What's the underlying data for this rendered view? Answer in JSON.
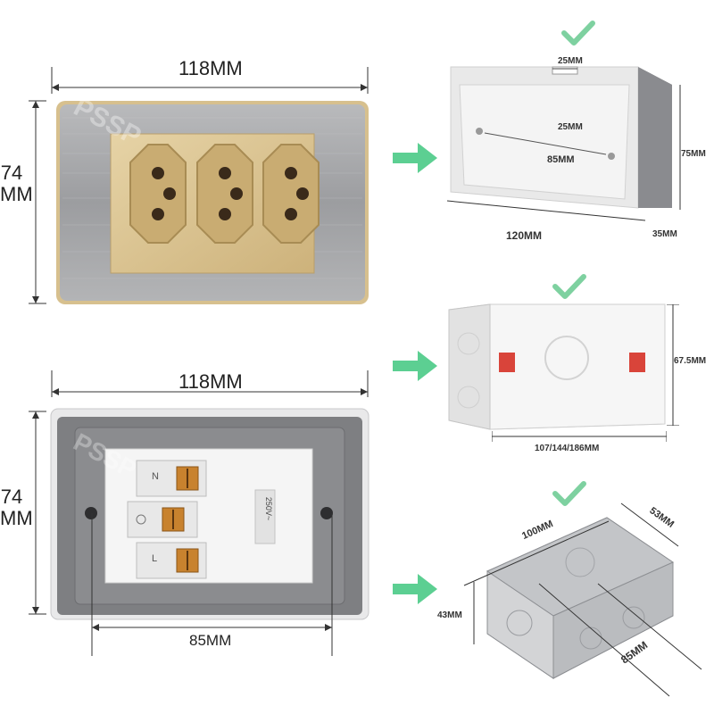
{
  "front_panel": {
    "width_label": "118MM",
    "height_label_line1": "74",
    "height_label_line2": "MM",
    "watermark": "PSSP",
    "outlet_count": 3
  },
  "back_panel": {
    "width_label": "118MM",
    "height_label_line1": "74",
    "height_label_line2": "MM",
    "hole_spacing_label": "85MM",
    "terminals": [
      "N",
      "",
      "L"
    ],
    "rating_label": "250V~"
  },
  "box_white_closed": {
    "top_notch_label": "25MM",
    "inner_notch_label": "25MM",
    "hole_spacing_label": "85MM",
    "width_label": "120MM",
    "height_label": "75MM",
    "depth_label": "35MM"
  },
  "box_white_open": {
    "height_label": "67.5MM",
    "width_label": "107/144/186MM"
  },
  "box_metal": {
    "width_label": "100MM",
    "depth_label": "53MM",
    "height_label": "43MM",
    "hole_spacing_label": "85MM"
  },
  "colors": {
    "check": "#7ed1a0",
    "arrow": "#5ccf92",
    "gold": "#d8c08e",
    "brushed": "#a8a9ab",
    "grey_back": "#7c7d80",
    "terminal": "#c8822e",
    "clip_red": "#d9443a"
  },
  "icons": [
    "check-icon",
    "arrow-right-icon"
  ]
}
